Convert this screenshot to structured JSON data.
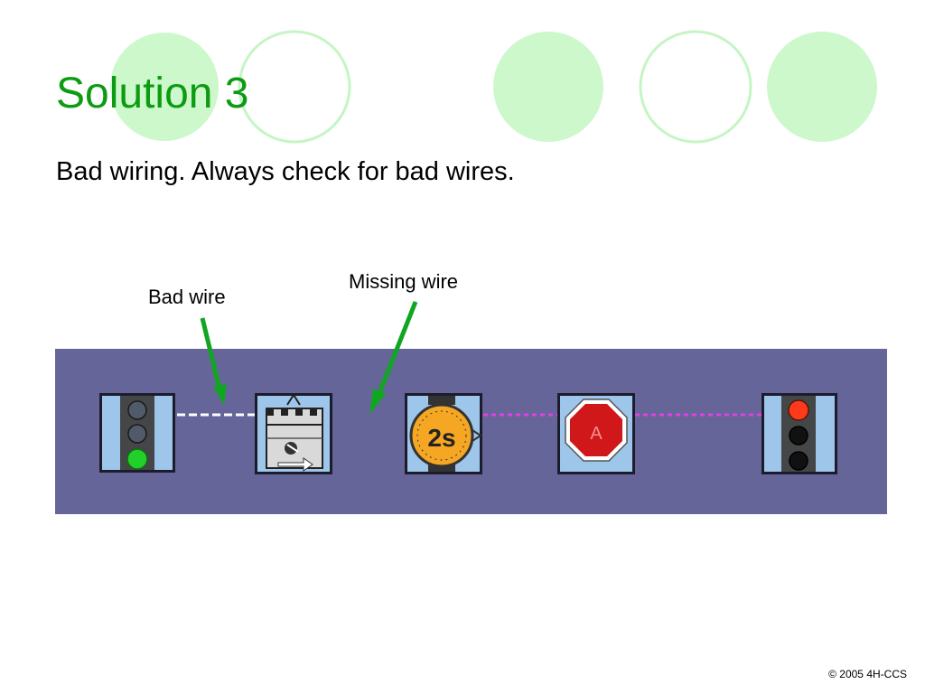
{
  "slide": {
    "title": "Solution 3",
    "body": "Bad wiring. Always check for bad wires.",
    "footer": "© 2005 4H-CCS"
  },
  "callouts": {
    "bad_wire": "Bad wire",
    "missing_wire": "Missing wire"
  },
  "diagram": {
    "blocks": [
      {
        "name": "traffic-light-green-icon"
      },
      {
        "name": "castle-program-block-icon"
      },
      {
        "name": "timer-icon",
        "label": "2s"
      },
      {
        "name": "stop-sign-icon",
        "label": "A"
      },
      {
        "name": "traffic-light-red-icon"
      }
    ]
  },
  "colors": {
    "title": "#0d9b12",
    "panel": "#66659a",
    "arrow": "#11a622",
    "decor_fill": "#ccf8cc",
    "decor_stroke": "#c5f5c5",
    "good_wire": "#e040e0"
  }
}
